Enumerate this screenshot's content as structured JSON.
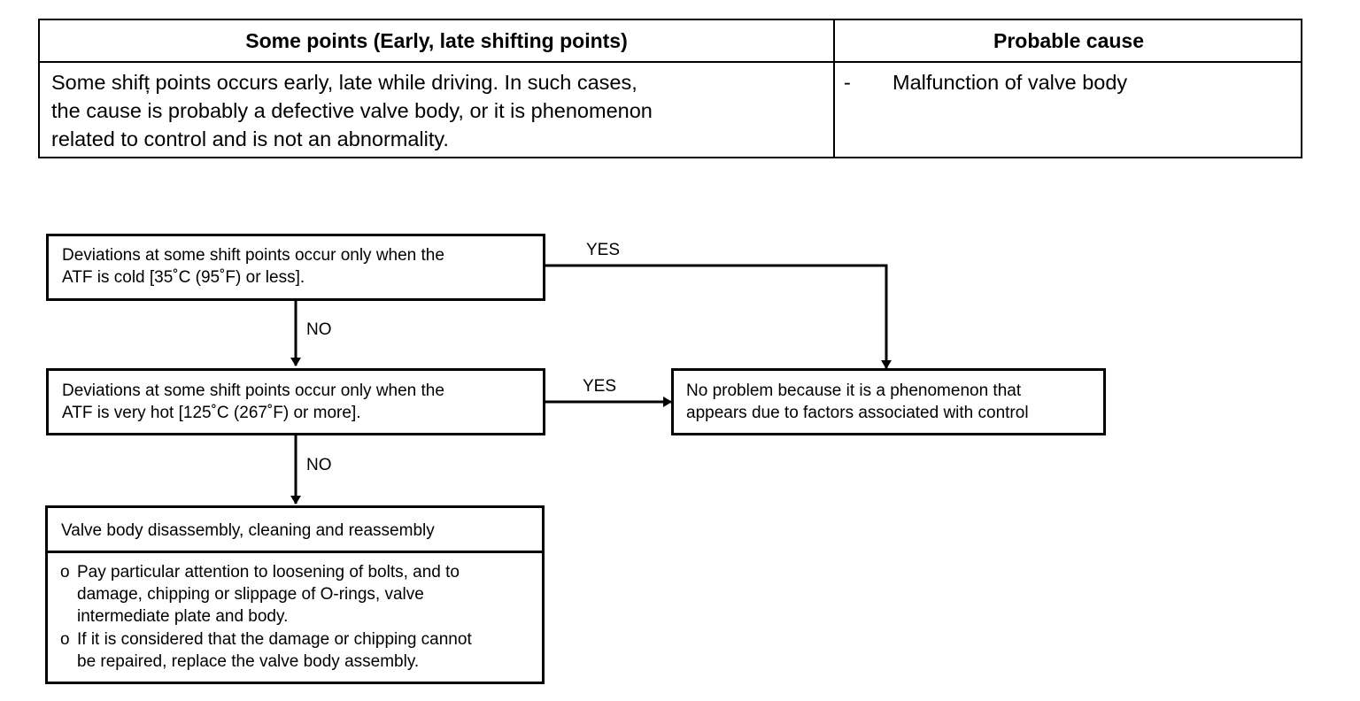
{
  "table": {
    "header_symptom": "Some points (Early, late shifting points)",
    "header_cause": "Probable cause",
    "symptom_text": "Some shifț points occurs early, late while driving.  In such cases,\nthe cause is probably a defective valve body, or it is phenomenon\nrelated to control and is not an abnormality.",
    "cause_bullet": "-",
    "cause_text": "Malfunction of valve body"
  },
  "flowchart": {
    "box1_text": "Deviations at some shift points occur only when the\nATF is cold [35˚C (95˚F) or less].",
    "box2_text": "Deviations at some shift points occur only when the\nATF is very hot [125˚C (267˚F) or more].",
    "box3_title": "Valve body disassembly, cleaning and reassembly",
    "box3_bullets": [
      {
        "marker": "o",
        "text": "Pay particular attention to loosening of bolts, and to\ndamage, chipping or slippage of O-rings, valve\nintermediate plate and body."
      },
      {
        "marker": "o",
        "text": "If it is considered that the damage or chipping cannot\nbe repaired, replace the valve body assembly."
      }
    ],
    "result_text": "No problem because it is a phenomenon that\nappears due to factors associated with control",
    "label_yes_1": "YES",
    "label_no_1": "NO",
    "label_yes_2": "YES",
    "label_no_2": "NO"
  }
}
